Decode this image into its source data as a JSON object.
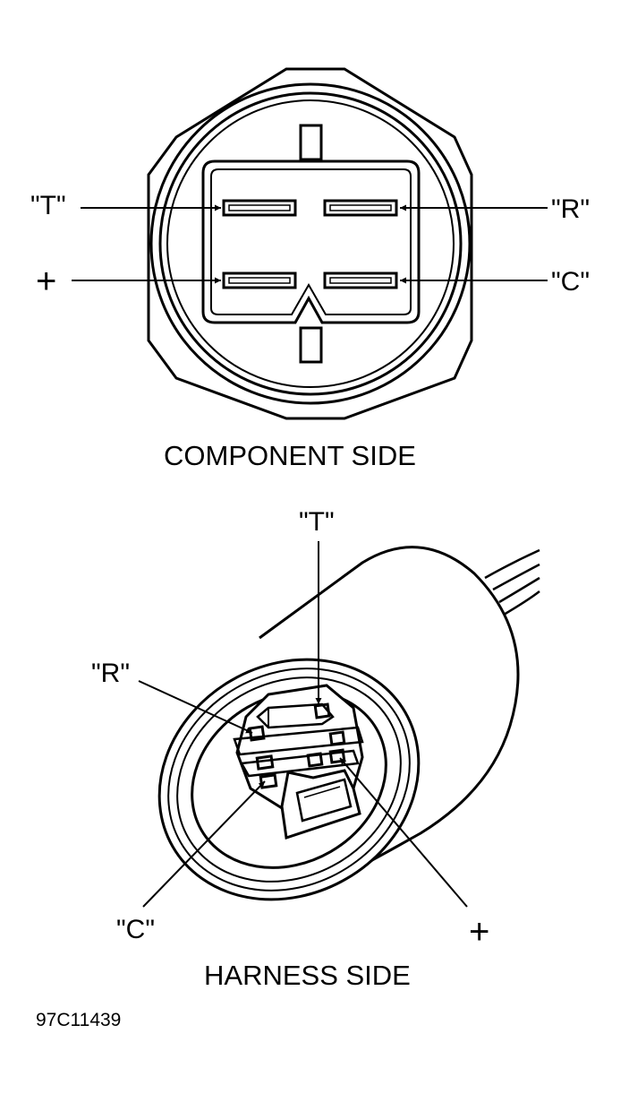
{
  "component_side": {
    "caption": "COMPONENT SIDE",
    "labels": {
      "t": "\"T\"",
      "r": "\"R\"",
      "plus": "+",
      "c": "\"C\""
    }
  },
  "harness_side": {
    "caption": "HARNESS SIDE",
    "labels": {
      "t": "\"T\"",
      "r": "\"R\"",
      "c": "\"C\"",
      "plus": "+"
    }
  },
  "figure_code": "97C11439",
  "colors": {
    "line": "#000000",
    "background": "#ffffff"
  }
}
